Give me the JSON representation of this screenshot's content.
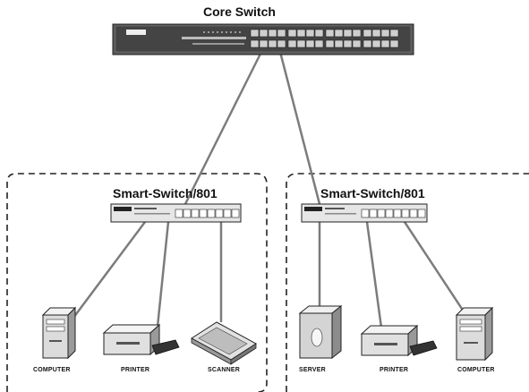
{
  "core": {
    "title": "Core Switch"
  },
  "left_group": {
    "switch_title": "Smart-Switch/801",
    "devices": [
      "COMPUTER",
      "PRINTER",
      "SCANNER"
    ]
  },
  "right_group": {
    "switch_title": "Smart-Switch/801",
    "devices": [
      "SERVER",
      "PRINTER",
      "COMPUTER"
    ]
  }
}
